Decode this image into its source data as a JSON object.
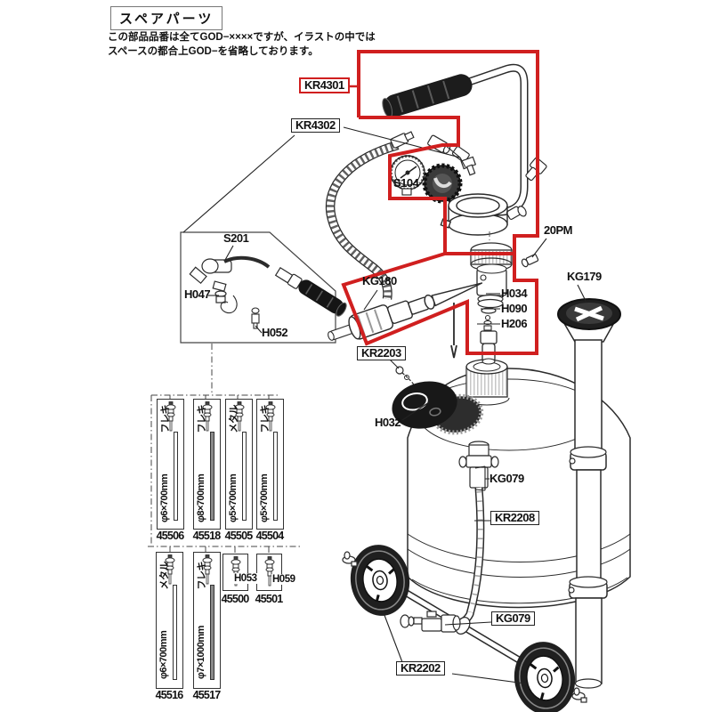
{
  "colors": {
    "annotation_red": "#d01f1f",
    "line_art": "#2b2b2b"
  },
  "header": {
    "title": "スペアパーツ",
    "note_line1": "この部品品番は全てGOD−××××ですが、イラストの中では",
    "note_line2": "スペースの都合上GOD−を省略しております。"
  },
  "part_labels": {
    "kr4301": "KR4301",
    "kr4302": "KR4302",
    "s104": "S104",
    "s201": "S201",
    "h047": "H047",
    "h052": "H052",
    "kg180": "KG180",
    "pm20": "20PM",
    "kg179": "KG179",
    "h034": "H034",
    "h090": "H090",
    "h206": "H206",
    "kr2203": "KR2203",
    "h032": "H032",
    "kg079_valve": "KG079",
    "kr2208": "KR2208",
    "kg079_drain": "KG079",
    "kr2202": "KR2202"
  },
  "nozzle_table": {
    "row1": [
      {
        "size": "φ6×700mm",
        "type": "フレキ",
        "part_no": "45506"
      },
      {
        "size": "φ8×700mm",
        "type": "フレキ",
        "part_no": "45518"
      },
      {
        "size": "φ5×700mm",
        "type": "メタル",
        "part_no": "45505"
      },
      {
        "size": "φ5×700mm",
        "type": "フレキ",
        "part_no": "45504"
      }
    ],
    "row2": [
      {
        "size": "φ6×700mm",
        "type": "メタル",
        "part_no": "45516"
      },
      {
        "size": "φ7×1000mm",
        "type": "フレキ",
        "part_no": "45517"
      }
    ],
    "row2_small": [
      {
        "label": "H053",
        "part_no": "45500"
      },
      {
        "label": "H059",
        "part_no": "45501"
      }
    ]
  }
}
